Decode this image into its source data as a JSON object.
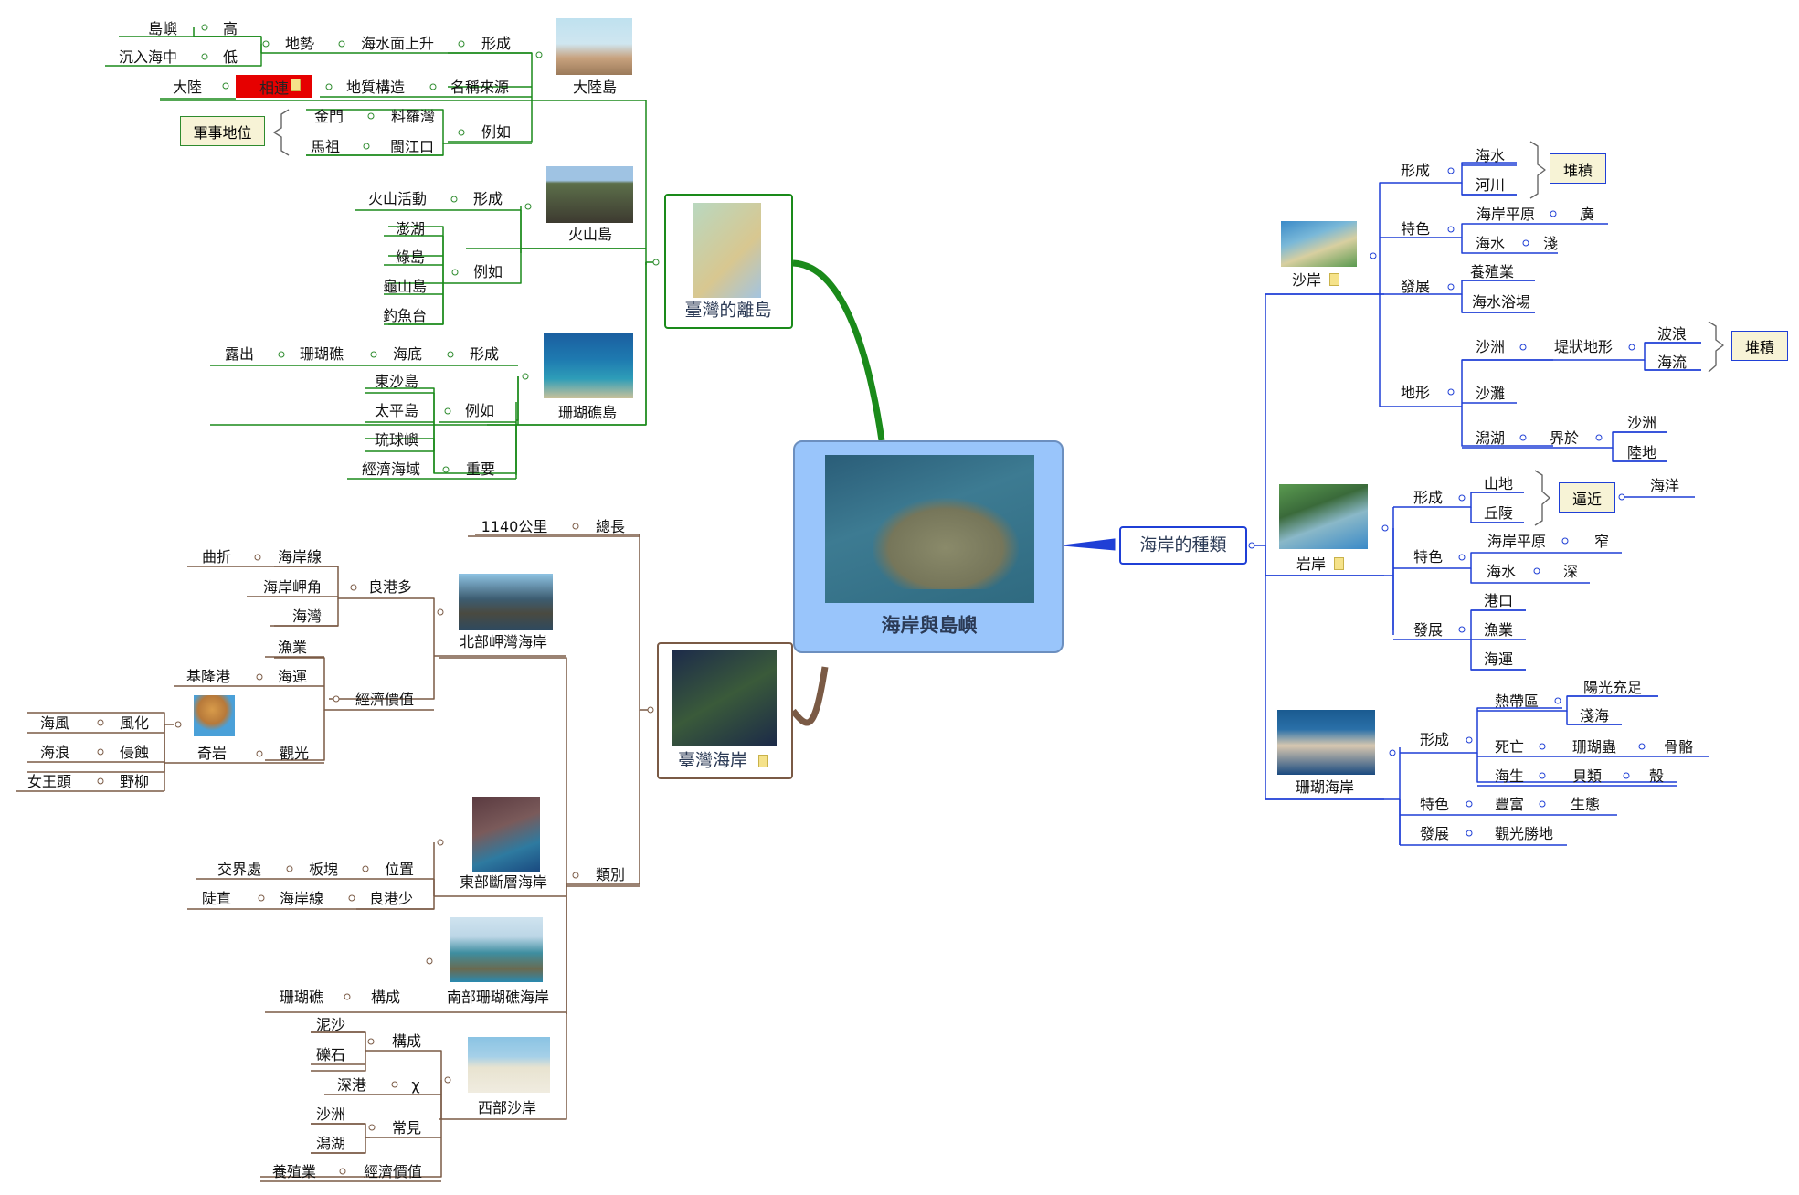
{
  "central": {
    "title": "海岸與島嶼"
  },
  "branches": {
    "islands": "臺灣的離島",
    "coast": "臺灣海岸",
    "types": "海岸的種類"
  },
  "islands": {
    "mainland": "大陸島",
    "formation": "形成",
    "sea_rise": "海水面上升",
    "terrain": "地勢",
    "island": "島嶼",
    "high": "高",
    "sunk": "沉入海中",
    "low": "低",
    "name_origin": "名稱來源",
    "geology": "地質構造",
    "connected": "相連",
    "continent": "大陸",
    "example": "例如",
    "kinmen": "金門",
    "liaoluo": "料羅灣",
    "matsu": "馬祖",
    "mingjiang": "閩江口",
    "military": "軍事地位",
    "volcanic": "火山島",
    "volcano_activity": "火山活動",
    "v_formation": "形成",
    "v_example": "例如",
    "penghu": "澎湖",
    "green_island": "綠島",
    "turtle": "龜山島",
    "diaoyutai": "釣魚台",
    "coral_island": "珊瑚礁島",
    "exposed": "露出",
    "coral_reef": "珊瑚礁",
    "seabed": "海底",
    "c_formation": "形成",
    "dongsha": "東沙島",
    "taiping": "太平島",
    "liuqiu": "琉球嶼",
    "c_example": "例如",
    "eez": "經濟海域",
    "important": "重要"
  },
  "coast": {
    "length_value": "1140公里",
    "length_label": "總長",
    "categories": "類別",
    "north": "北部岬灣海岸",
    "good_ports": "良港多",
    "tortuous": "曲折",
    "coastline": "海岸線",
    "cape": "海岸岬角",
    "bay": "海灣",
    "econ": "經濟價值",
    "fishery": "漁業",
    "keelung": "基隆港",
    "shipping": "海運",
    "rock": "奇岩",
    "tourism": "觀光",
    "sea_wind": "海風",
    "weathering": "風化",
    "waves": "海浪",
    "erosion": "侵蝕",
    "queen": "女王頭",
    "yehliu": "野柳",
    "east": "東部斷層海岸",
    "junction": "交界處",
    "plate": "板塊",
    "position": "位置",
    "steep": "陡直",
    "e_coastline": "海岸線",
    "few_ports": "良港少",
    "south": "南部珊瑚礁海岸",
    "s_coral": "珊瑚礁",
    "s_composition": "構成",
    "west": "西部沙岸",
    "mud": "泥沙",
    "gravel": "礫石",
    "w_composition": "構成",
    "deep_port": "深港",
    "x_mark": "χ",
    "sandbar": "沙洲",
    "lagoon": "潟湖",
    "common": "常見",
    "aquaculture": "養殖業",
    "w_econ": "經濟價值"
  },
  "types": {
    "sand": "沙岸",
    "formation": "形成",
    "seawater": "海水",
    "river": "河川",
    "deposit": "堆積",
    "feature": "特色",
    "plain": "海岸平原",
    "wide": "廣",
    "sea2": "海水",
    "shallow": "淺",
    "develop": "發展",
    "aqua": "養殖業",
    "bathing": "海水浴場",
    "landform": "地形",
    "sandbar": "沙洲",
    "dike": "堤狀地形",
    "waves": "波浪",
    "currents": "海流",
    "deposit2": "堆積",
    "beach": "沙灘",
    "lagoon": "潟湖",
    "between": "界於",
    "sandbar2": "沙洲",
    "land": "陸地",
    "rock": "岩岸",
    "r_formation": "形成",
    "mountain": "山地",
    "hill": "丘陵",
    "near": "逼近",
    "ocean": "海洋",
    "r_feature": "特色",
    "r_plain": "海岸平原",
    "narrow": "窄",
    "r_sea": "海水",
    "deep": "深",
    "r_develop": "發展",
    "port": "港口",
    "fishery": "漁業",
    "shipping": "海運",
    "coral": "珊瑚海岸",
    "c_formation": "形成",
    "tropics": "熱帶區",
    "sunshine": "陽光充足",
    "shallow_sea": "淺海",
    "death": "死亡",
    "polyp": "珊瑚蟲",
    "skeleton": "骨骼",
    "life": "海生",
    "shellfish": "貝類",
    "shell": "殼",
    "c_feature": "特色",
    "rich": "豐富",
    "ecology": "生態",
    "c_develop": "發展",
    "tour_spot": "觀光勝地"
  },
  "colors": {
    "green": "#1a8a1a",
    "blue": "#1f3fd6",
    "brown": "#7a5a45",
    "central_fill": "#99c5fb",
    "central_border": "#6c8fbf",
    "red_tag": "#e60000"
  }
}
